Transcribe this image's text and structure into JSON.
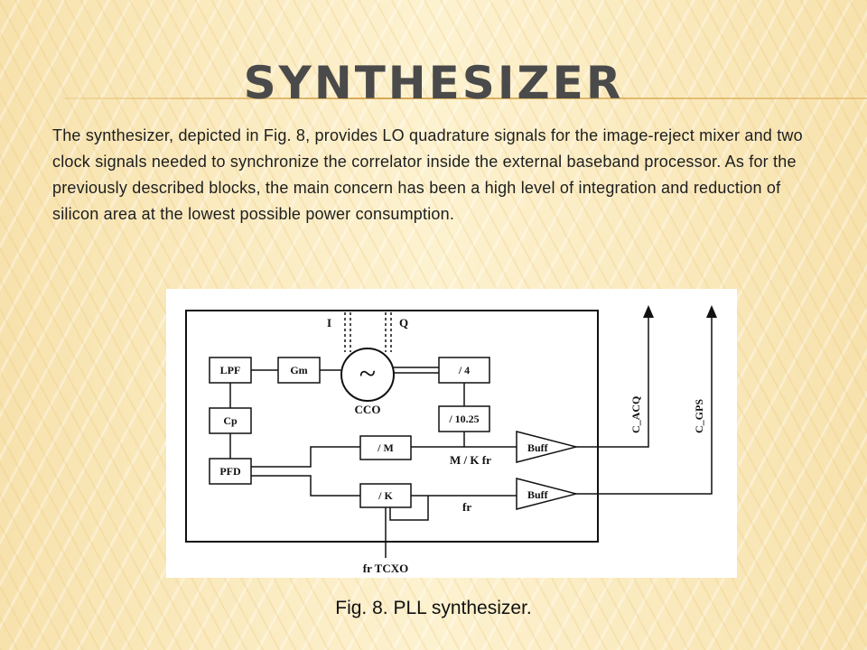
{
  "slide": {
    "title": "SYNTHESIZER",
    "body": "The synthesizer, depicted in Fig. 8, provides LO quadrature signals for the image-reject mixer and two clock signals needed to synchronize the correlator inside the external baseband processor. As for the previously described blocks, the main concern has been a high level of integration and reduction of silicon area at the lowest possible power consumption.",
    "caption": "Fig. 8. PLL synthesizer."
  },
  "diagram": {
    "blocks": {
      "lpf": "LPF",
      "gm": "Gm",
      "cp": "Cp",
      "pfd": "PFD",
      "div4": "/ 4",
      "div1025": "/ 10.25",
      "divm": "/ M",
      "divk": "/ K",
      "buff1": "Buff",
      "buff2": "Buff",
      "cco_symbol": "~"
    },
    "labels": {
      "i": "I",
      "q": "Q",
      "cco": "CCO",
      "mk_fr": "M / K fr",
      "fr": "fr",
      "tcxo": "fr TCXO",
      "c_acq": "C_ACQ",
      "c_gps": "C_GPS"
    }
  }
}
